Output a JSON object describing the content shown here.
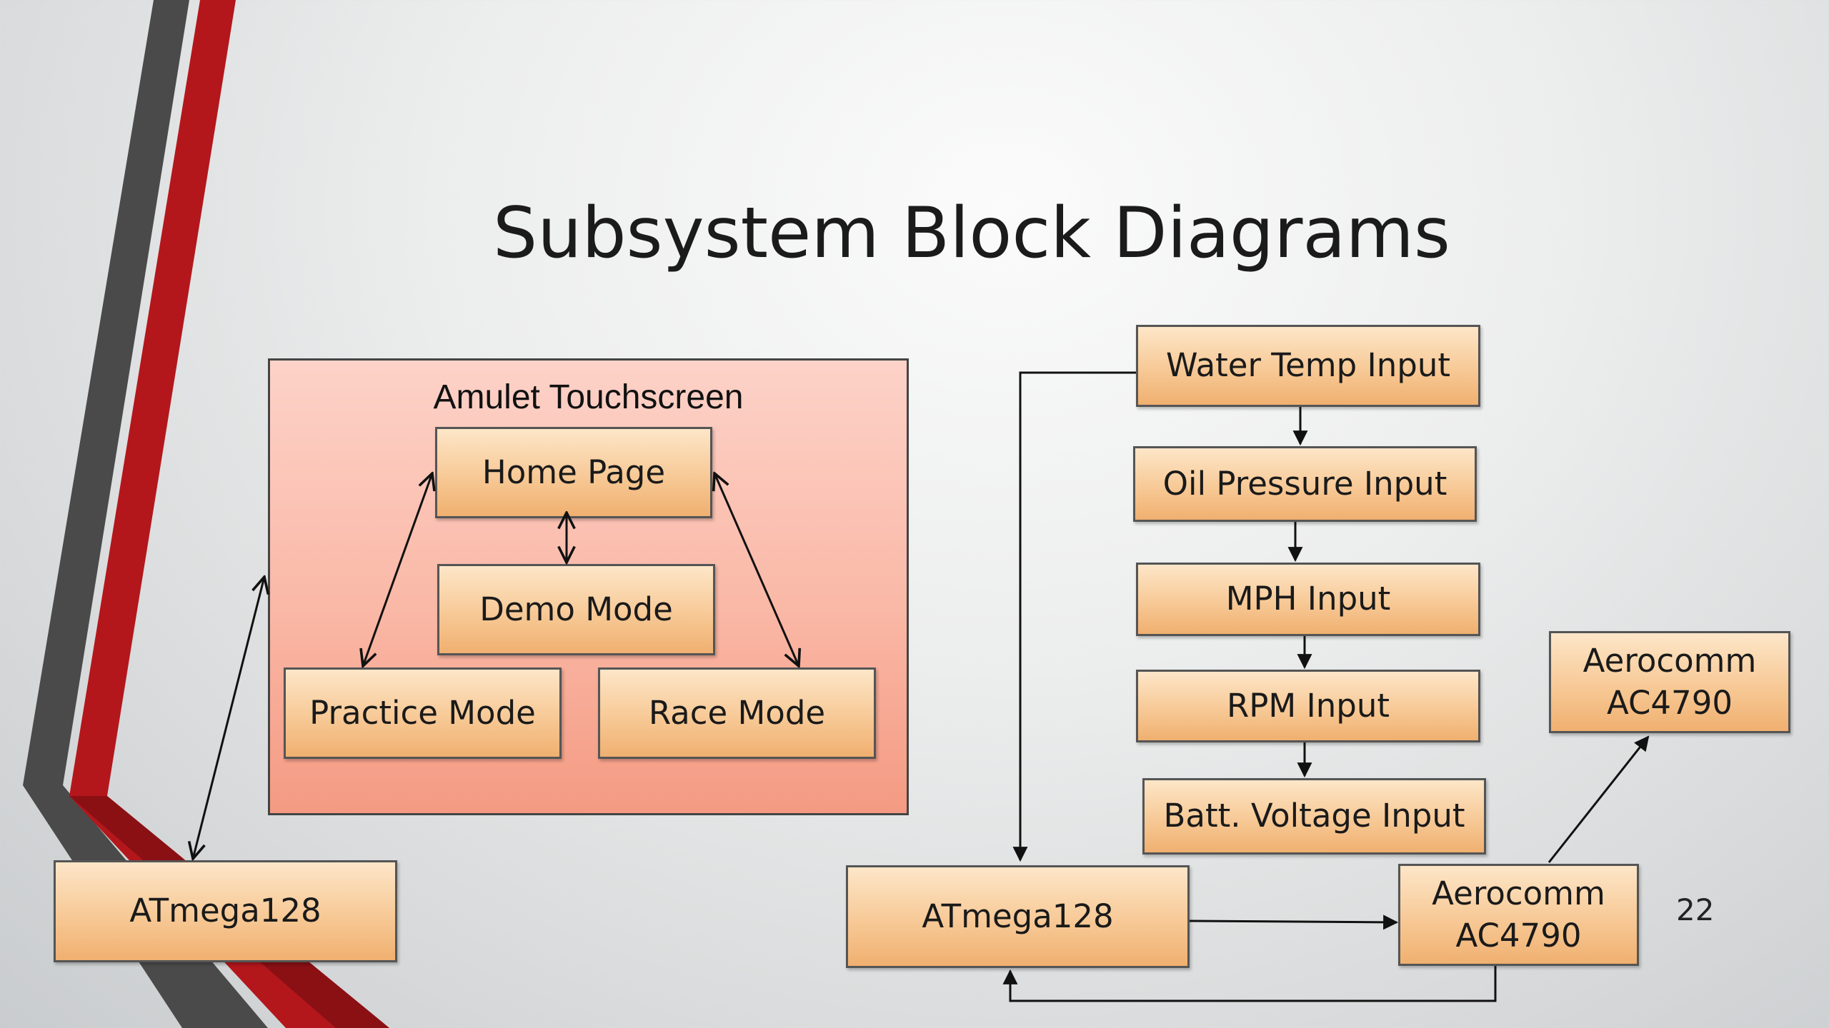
{
  "slide": {
    "title": "Subsystem Block Diagrams",
    "page_number": "22"
  },
  "left_diagram": {
    "container_label": "Amulet Touchscreen",
    "home_page": "Home Page",
    "demo_mode": "Demo Mode",
    "practice_mode": "Practice Mode",
    "race_mode": "Race Mode",
    "microcontroller": "ATmega128"
  },
  "right_diagram": {
    "water_temp": "Water Temp Input",
    "oil_pressure": "Oil Pressure Input",
    "mph": "MPH Input",
    "rpm": "RPM Input",
    "batt_voltage": "Batt. Voltage Input",
    "microcontroller": "ATmega128",
    "aerocomm_local": "Aerocomm\nAC4790",
    "aerocomm_remote": "Aerocomm\nAC4790"
  },
  "colors": {
    "accent_red": "#b3171c",
    "accent_gray": "#4a4a4a",
    "box_fill": "#f7c996",
    "container_fill": "#fab8a6"
  }
}
